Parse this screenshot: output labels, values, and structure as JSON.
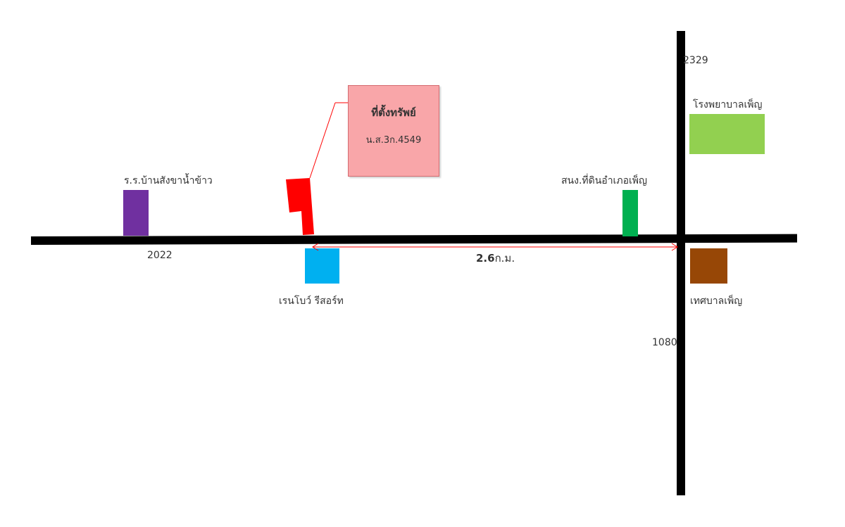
{
  "roads": {
    "horizontal_label": "2022",
    "vertical_top_label": "2329",
    "vertical_bottom_label": "1080"
  },
  "landmarks": {
    "school": {
      "label": "ร.ร.บ้านสังขาน้ำข้าว",
      "color": "#7030a0"
    },
    "rainbow_resort": {
      "label": "เรนโบว์ รีสอร์ท",
      "color": "#00b0f0"
    },
    "land_office": {
      "label": "สนง.ที่ดินอำเภอเพ็ญ",
      "color": "#00b050"
    },
    "hospital": {
      "label": "โรงพยาบาลเพ็ญ",
      "color": "#92d050"
    },
    "municipality": {
      "label": "เทศบาลเพ็ญ",
      "color": "#974706"
    }
  },
  "property": {
    "title": "ที่ตั้งทรัพย์",
    "deed": "น.ส.3ก.4549",
    "marker_color": "#ff0000",
    "box_color": "#f9a6a9"
  },
  "distance": {
    "value": "2.6",
    "unit": "ก.ม.",
    "color": "#ff0000"
  }
}
